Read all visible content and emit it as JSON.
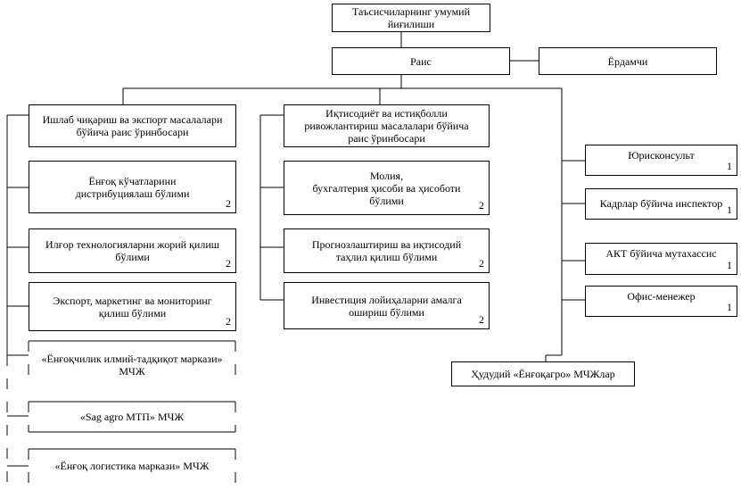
{
  "diagram": {
    "top": {
      "line1": "Таъсисчиларнинг умумий",
      "line2": "йиғилиши"
    },
    "chair": "Раис",
    "assistant": "Ёрдамчи",
    "deputy1": {
      "line1": "Ишлаб чиқариш ва экспорт масалалари",
      "line2": "бўйича раис ўринбосари"
    },
    "deputy2": {
      "line1": "Иқтисодиёт ва истиқболли",
      "line2": "ривожлантириш масалалари бўйича",
      "line3": "раис ўринбосари"
    },
    "left_units": [
      {
        "line1": "Ёнғоқ кўчатларини",
        "line2": "дистрибуциялаш бўлими",
        "count": "2"
      },
      {
        "line1": "Илғор технологияларни жорий қилиш",
        "line2": "бўлими",
        "count": "2"
      },
      {
        "line1": "Экспорт, маркетинг ва мониторинг",
        "line2": "қилиш бўлими",
        "count": "2"
      }
    ],
    "left_companies": [
      {
        "line1": "«Ёнғоқчилик илмий-тадқиқот маркази»",
        "line2": "МЧЖ"
      },
      {
        "line1": "«Sag agro МТП» МЧЖ"
      },
      {
        "line1": "«Ёнғоқ логистика маркази» МЧЖ"
      }
    ],
    "mid_units": [
      {
        "line1": "Молия,",
        "line2": "бухгалтерия ҳисоби ва ҳисоботи",
        "line3": "бўлими",
        "count": "2"
      },
      {
        "line1": "Прогнозлаштириш ва иқтисодий",
        "line2": "таҳлил қилиш бўлими",
        "count": "2"
      },
      {
        "line1": "Инвестиция лойиҳаларни амалга",
        "line2": "ошириш бўлими",
        "count": "2"
      }
    ],
    "right_units": [
      {
        "line1": "Юрисконсульт",
        "count": "1"
      },
      {
        "line1": "Кадрлар бўйича инспектор",
        "count": "1"
      },
      {
        "line1": "АКТ бўйича мутахассис",
        "count": "1"
      },
      {
        "line1": "Офис-менежер",
        "count": "1"
      }
    ],
    "regional": "Ҳудудий «Ёнғоқагро» МЧЖлар"
  }
}
